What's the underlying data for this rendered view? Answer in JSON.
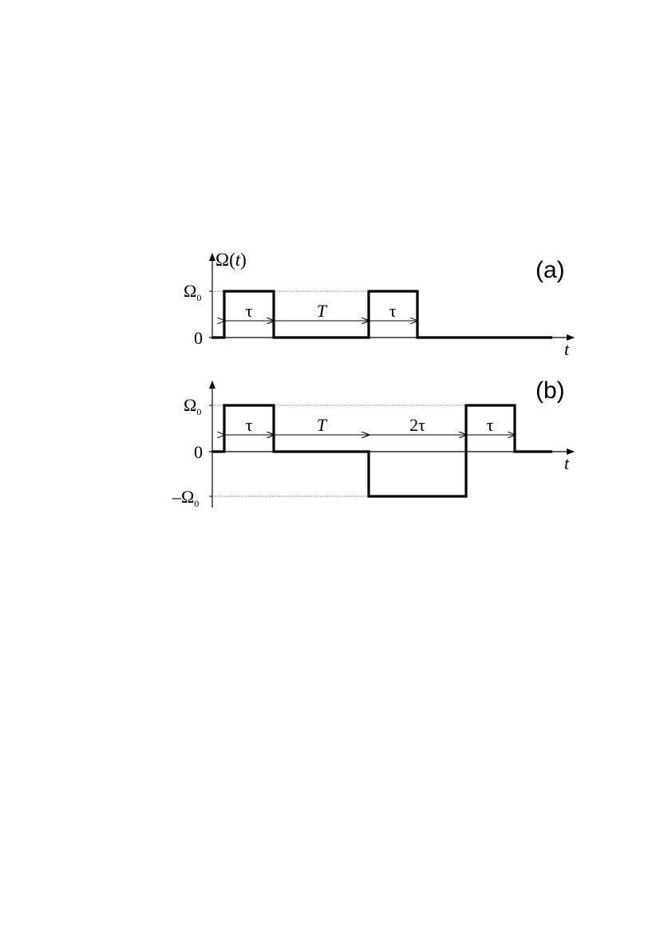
{
  "panel_a": {
    "label": "(a)",
    "y_axis_title": "Ω(",
    "y_axis_title_var": "t",
    "y_axis_title_close": ")",
    "tick_top": "Ω",
    "tick_top_sub": "0",
    "tick_zero": "0",
    "x_axis_var": "t",
    "intervals": [
      {
        "label": "τ",
        "italic": false
      },
      {
        "label": "T",
        "italic": true
      },
      {
        "label": "τ",
        "italic": false
      }
    ]
  },
  "panel_b": {
    "label": "(b)",
    "tick_top": "Ω",
    "tick_top_sub": "0",
    "tick_zero": "0",
    "tick_bottom_prefix": "–Ω",
    "tick_bottom_sub": "0",
    "x_axis_var": "t",
    "intervals": [
      {
        "label": "τ",
        "italic": false
      },
      {
        "label": "T",
        "italic": true
      },
      {
        "label": "2τ",
        "italic": false
      },
      {
        "label": "τ",
        "italic": false
      }
    ]
  },
  "colors": {
    "ink": "#000000",
    "guide": "#555555",
    "background": "#ffffff"
  }
}
